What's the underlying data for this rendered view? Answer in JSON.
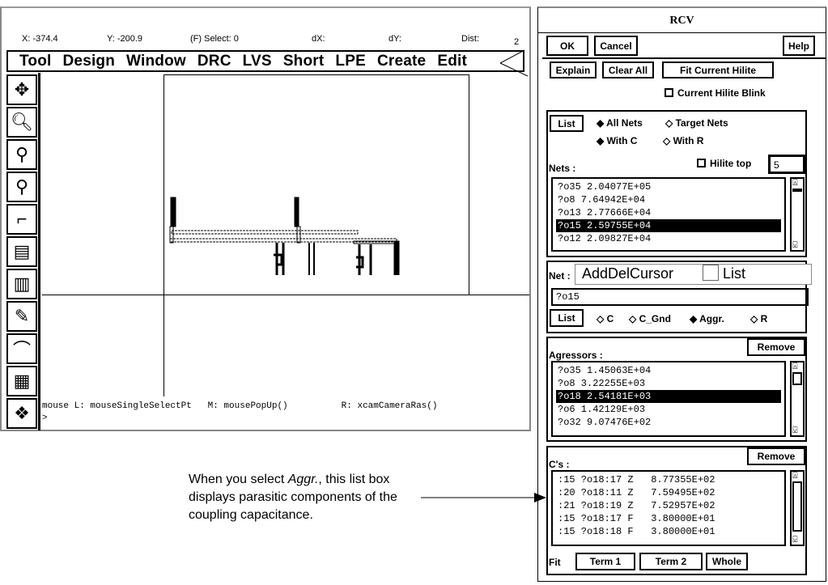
{
  "layout_window": {
    "status": {
      "x": "X: -374.4",
      "y": "Y: -200.9",
      "select": "(F) Select: 0",
      "dx": "dX:",
      "dy": "dY:",
      "dist": "Dist:",
      "num": "2"
    },
    "menu": [
      "Tool",
      "Design",
      "Window",
      "DRC",
      "LVS",
      "Short",
      "LPE",
      "Create",
      "Edit"
    ],
    "tools": [
      "pointer-icon",
      "zoom-fit-icon",
      "zoom-in-icon",
      "zoom-out-icon",
      "ruler-icon",
      "layers-icon",
      "layers-alt-icon",
      "pencil-icon",
      "arc-icon",
      "grid-icon",
      "cell-icon"
    ],
    "console": {
      "mouse_line": "mouse L: mouseSingleSelectPt   M: mousePopUp()          R: xcamCameraRas()",
      "prompt": ">"
    }
  },
  "rcv": {
    "title": "RCV",
    "ok": "OK",
    "cancel": "Cancel",
    "help": "Help",
    "explain": "Explain",
    "clear_all": "Clear All",
    "fit_current": "Fit Current Hilite",
    "blink_label": "Current Hilite Blink",
    "nets_group": {
      "list_btn": "List",
      "all_nets": "All Nets",
      "target_nets": "Target Nets",
      "with_c": "With C",
      "with_r": "With R",
      "nets_label": "Nets :",
      "hilite_top_label": "Hilite top",
      "hilite_top_value": "5",
      "nets": [
        "?o35 2.04077E+05",
        "?o8 7.64942E+04",
        "?o13 2.77666E+04",
        "?o15 2.59755E+04",
        "?o12 2.09827E+04"
      ],
      "selected": 3
    },
    "net_group": {
      "net_label": "Net :",
      "overlay_text": "AddDelCursor",
      "overlay_list": "List",
      "net_value": "?o15",
      "list_btn": "List",
      "c": "C",
      "c_gnd": "C_Gnd",
      "aggr": "Aggr.",
      "r": "R"
    },
    "agg_group": {
      "label": "Agressors :",
      "remove": "Remove",
      "items": [
        "?o35 1.45063E+04",
        "?o8 3.22255E+03",
        "?o18 2.54181E+03",
        "?o6 1.42129E+03",
        "?o32 9.07476E+02"
      ],
      "selected": 2
    },
    "cs_group": {
      "label": "C's :",
      "remove": "Remove",
      "items": [
        ":15 ?o18:17 Z   8.77355E+02",
        ":20 ?o18:11 Z   7.59495E+02",
        ":21 ?o18:19 Z   7.52957E+02",
        ":15 ?o18:17 F   3.80000E+01",
        ":15 ?o18:18 F   3.80000E+01"
      ],
      "fit_label": "Fit",
      "term1": "Term 1",
      "term2": "Term 2",
      "whole": "Whole"
    }
  },
  "annotation": {
    "line1": "When you select ",
    "line1_em": "Aggr.",
    "line1_end": ", this list box",
    "line2": "displays parasitic components of the",
    "line3": "coupling capacitance."
  }
}
